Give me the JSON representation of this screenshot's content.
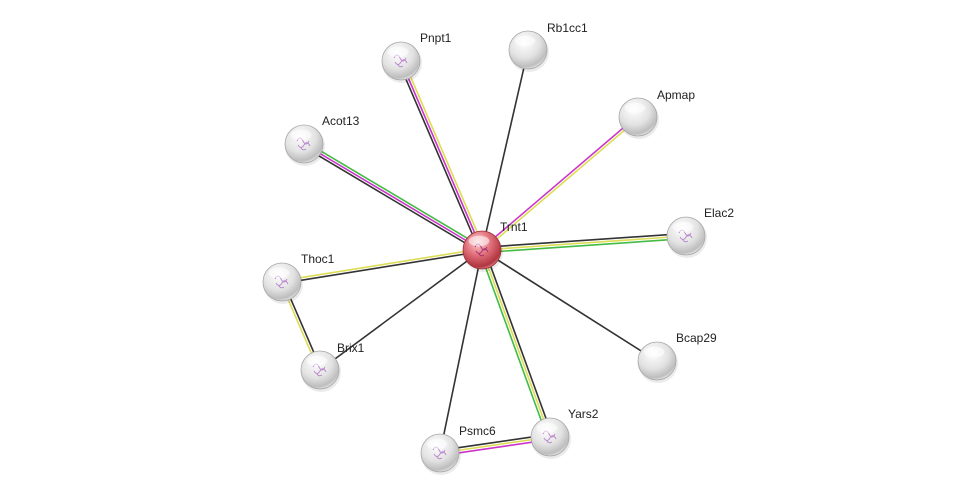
{
  "network": {
    "nodes": [
      {
        "id": "Trnt1",
        "label": "Trnt1",
        "query": true,
        "structure": true
      },
      {
        "id": "Pnpt1",
        "label": "Pnpt1",
        "query": false,
        "structure": true
      },
      {
        "id": "Rb1cc1",
        "label": "Rb1cc1",
        "query": false,
        "structure": false
      },
      {
        "id": "Apmap",
        "label": "Apmap",
        "query": false,
        "structure": false
      },
      {
        "id": "Acot13",
        "label": "Acot13",
        "query": false,
        "structure": true
      },
      {
        "id": "Elac2",
        "label": "Elac2",
        "query": false,
        "structure": true
      },
      {
        "id": "Thoc1",
        "label": "Thoc1",
        "query": false,
        "structure": true
      },
      {
        "id": "Bcap29",
        "label": "Bcap29",
        "query": false,
        "structure": false
      },
      {
        "id": "Brix1",
        "label": "Brix1",
        "query": false,
        "structure": true
      },
      {
        "id": "Yars2",
        "label": "Yars2",
        "query": false,
        "structure": true
      },
      {
        "id": "Psmc6",
        "label": "Psmc6",
        "query": false,
        "structure": true
      }
    ],
    "edges": [
      {
        "source": "Trnt1",
        "target": "Pnpt1",
        "colors": [
          "#333333",
          "#cc33cc",
          "#dddd55"
        ]
      },
      {
        "source": "Trnt1",
        "target": "Rb1cc1",
        "colors": [
          "#333333"
        ]
      },
      {
        "source": "Trnt1",
        "target": "Apmap",
        "colors": [
          "#cc33cc",
          "#dddd55"
        ]
      },
      {
        "source": "Trnt1",
        "target": "Acot13",
        "colors": [
          "#333333",
          "#cc33cc",
          "#44bb44"
        ]
      },
      {
        "source": "Trnt1",
        "target": "Elac2",
        "colors": [
          "#333333",
          "#dddd55",
          "#44bb44"
        ]
      },
      {
        "source": "Trnt1",
        "target": "Thoc1",
        "colors": [
          "#333333",
          "#dddd55"
        ]
      },
      {
        "source": "Trnt1",
        "target": "Bcap29",
        "colors": [
          "#333333"
        ]
      },
      {
        "source": "Trnt1",
        "target": "Brix1",
        "colors": [
          "#333333"
        ]
      },
      {
        "source": "Trnt1",
        "target": "Yars2",
        "colors": [
          "#333333",
          "#dddd55",
          "#44bb44"
        ]
      },
      {
        "source": "Trnt1",
        "target": "Psmc6",
        "colors": [
          "#333333"
        ]
      },
      {
        "source": "Thoc1",
        "target": "Brix1",
        "colors": [
          "#333333",
          "#dddd55"
        ]
      },
      {
        "source": "Psmc6",
        "target": "Yars2",
        "colors": [
          "#333333",
          "#dddd55",
          "#cc33cc"
        ]
      }
    ],
    "colors": {
      "query_node": "#c8434d",
      "node": "#d2d2d2",
      "label": "#222222"
    }
  }
}
